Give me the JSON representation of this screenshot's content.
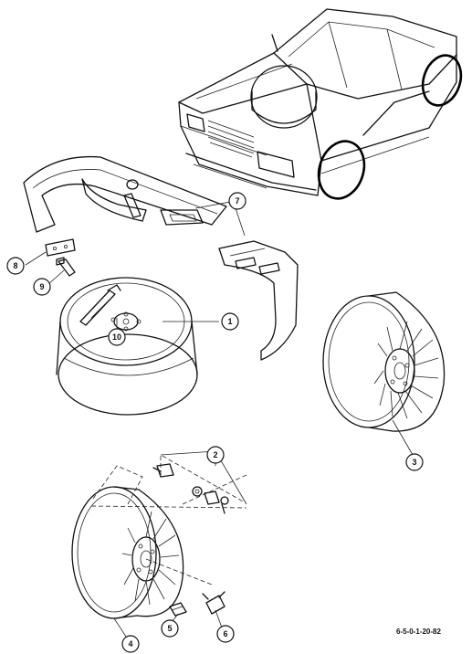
{
  "callouts": [
    {
      "id": "c1",
      "label": "1"
    },
    {
      "id": "c2",
      "label": "2"
    },
    {
      "id": "c3",
      "label": "3"
    },
    {
      "id": "c4",
      "label": "4"
    },
    {
      "id": "c5",
      "label": "5"
    },
    {
      "id": "c6",
      "label": "6"
    },
    {
      "id": "c7",
      "label": "7"
    },
    {
      "id": "c8",
      "label": "8"
    },
    {
      "id": "c9",
      "label": "9"
    },
    {
      "id": "c10",
      "label": "10"
    }
  ],
  "reference_code": "6-5-0-1-20-82"
}
